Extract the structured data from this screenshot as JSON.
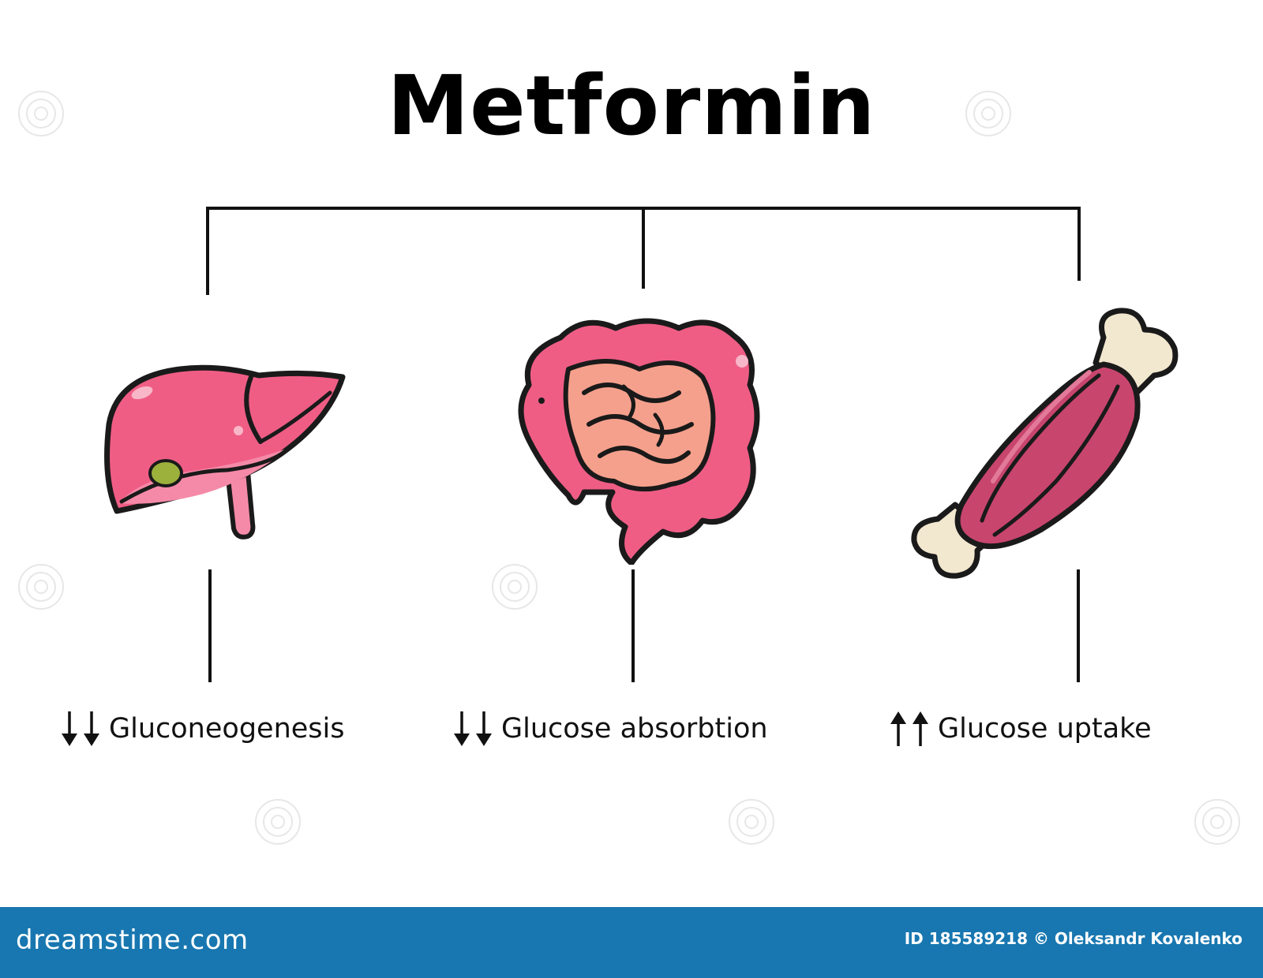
{
  "diagram": {
    "title": "Metformin",
    "branches": [
      {
        "organ_icon": "liver-icon",
        "arrow_direction": "down",
        "effect_label": "Gluconeogenesis"
      },
      {
        "organ_icon": "intestine-icon",
        "arrow_direction": "down",
        "effect_label": "Glucose absorbtion"
      },
      {
        "organ_icon": "muscle-icon",
        "arrow_direction": "up",
        "effect_label": "Glucose uptake"
      }
    ]
  },
  "colors": {
    "organ_pink": "#ef5d85",
    "liver_light": "#f58aa8",
    "gallbladder_green": "#9cb03c",
    "intestine_inner": "#f5a08c",
    "muscle_red": "#c8456e",
    "bone": "#f2e7cf",
    "outline": "#1a1a1a",
    "footer_blue": "#1877b0"
  },
  "footer": {
    "brand": "dreamstime.com",
    "credit": "ID 185589218 © Oleksandr Kovalenko"
  }
}
